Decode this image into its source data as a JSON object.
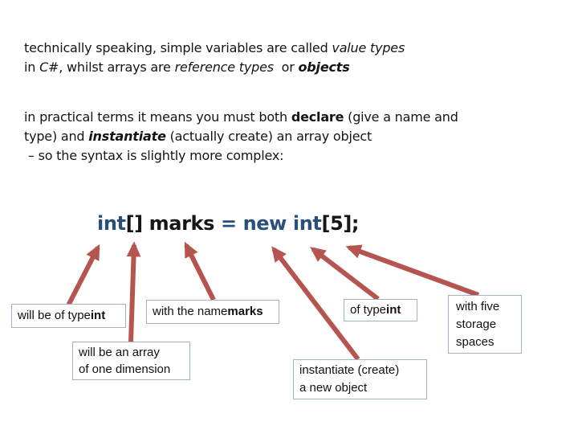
{
  "colors": {
    "keyword_blue": "#27507b",
    "arrow_red": "#b65550",
    "box_border": "#9fb4bf"
  },
  "paragraphs": {
    "p1": {
      "runs": [
        {
          "text": "technically speaking, simple variables are called "
        },
        {
          "text": "value types",
          "style": "italic"
        },
        {
          "text": "\nin "
        },
        {
          "text": "C#",
          "style": "italic"
        },
        {
          "text": ", whilst arrays are "
        },
        {
          "text": "reference types",
          "style": "italic"
        },
        {
          "text": "  or ",
          "style": "plain"
        },
        {
          "text": "objects",
          "style": "bolditalic"
        }
      ]
    },
    "p2": {
      "runs": [
        {
          "text": "in practical terms it means you must both "
        },
        {
          "text": "declare",
          "style": "bold"
        },
        {
          "text": " (give a name and\ntype) and "
        },
        {
          "text": "instantiate",
          "style": "bolditalic"
        },
        {
          "text": " (actually create) an array object\n – so the syntax is slightly more complex:"
        }
      ]
    }
  },
  "code": {
    "runs": [
      {
        "text": "int",
        "style": "kw"
      },
      {
        "text": "[] marks "
      },
      {
        "text": "= ",
        "style": "kw"
      },
      {
        "text": "new int",
        "style": "kw"
      },
      {
        "text": "[5];"
      }
    ]
  },
  "callouts": [
    {
      "id": "will-be-of-type-int",
      "runs": [
        {
          "text": "will be of type "
        },
        {
          "text": "int",
          "style": "bold"
        }
      ]
    },
    {
      "id": "with-the-name-marks",
      "runs": [
        {
          "text": "with the name "
        },
        {
          "text": "marks",
          "style": "bold"
        }
      ]
    },
    {
      "id": "will-be-an-array",
      "runs": [
        {
          "text": "will be an array\nof one dimension"
        }
      ]
    },
    {
      "id": "of-type-int",
      "runs": [
        {
          "text": "of type "
        },
        {
          "text": "int",
          "style": "bold"
        }
      ]
    },
    {
      "id": "with-five-storage-spaces",
      "runs": [
        {
          "text": "with five\nstorage\nspaces"
        }
      ]
    },
    {
      "id": "instantiate-create",
      "runs": [
        {
          "text": "instantiate (create)\na new object"
        }
      ]
    }
  ]
}
